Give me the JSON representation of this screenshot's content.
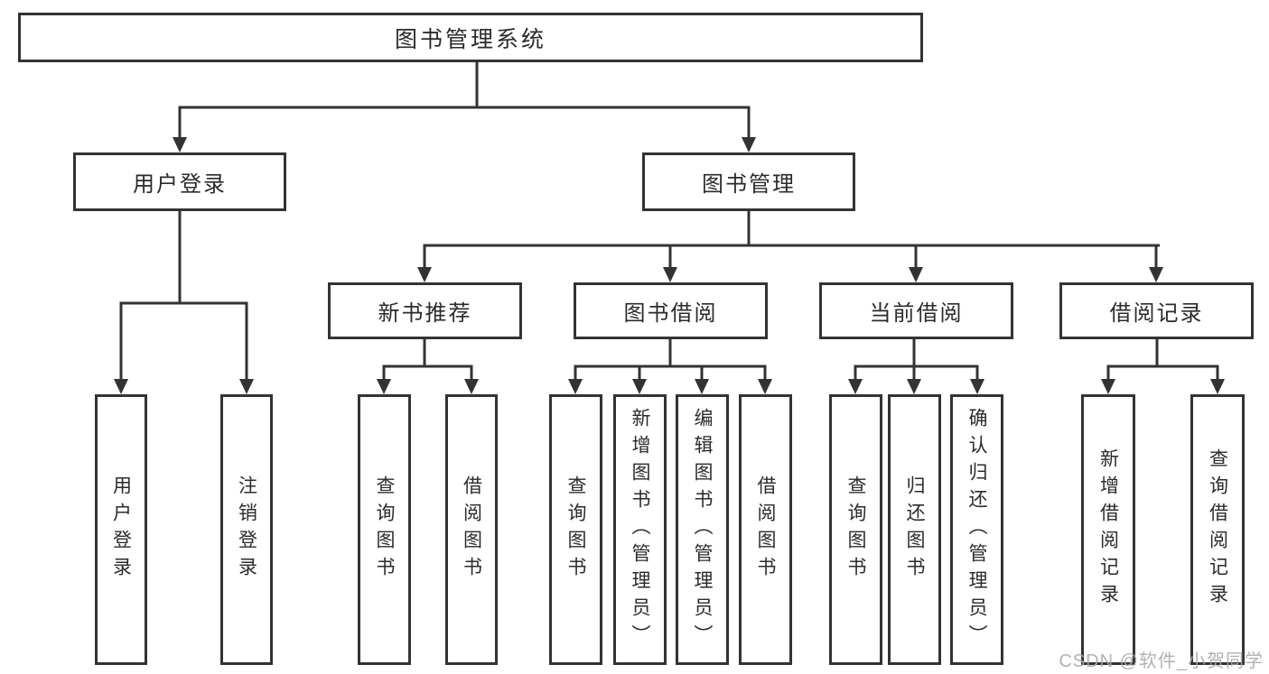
{
  "tree": {
    "label": "图书管理系统",
    "children": [
      {
        "label": "用户登录",
        "children": [
          {
            "label": "用户登录"
          },
          {
            "label": "注销登录"
          }
        ]
      },
      {
        "label": "图书管理",
        "children": [
          {
            "label": "新书推荐",
            "children": [
              {
                "label": "查询图书"
              },
              {
                "label": "借阅图书"
              }
            ]
          },
          {
            "label": "图书借阅",
            "children": [
              {
                "label": "查询图书"
              },
              {
                "label": "新增图书（管理员）"
              },
              {
                "label": "编辑图书（管理员）"
              },
              {
                "label": "借阅图书"
              }
            ]
          },
          {
            "label": "当前借阅",
            "children": [
              {
                "label": "查询图书"
              },
              {
                "label": "归还图书"
              },
              {
                "label": "确认归还（管理员）"
              }
            ]
          },
          {
            "label": "借阅记录",
            "children": [
              {
                "label": "新增借阅记录"
              },
              {
                "label": "查询借阅记录"
              }
            ]
          }
        ]
      }
    ]
  },
  "watermark": {
    "text": "CSDN @软件_小贺同学"
  },
  "colors": {
    "line": "#333333",
    "text": "#2b2b2b",
    "watermark": "#a8a8a8",
    "background": "#ffffff"
  }
}
